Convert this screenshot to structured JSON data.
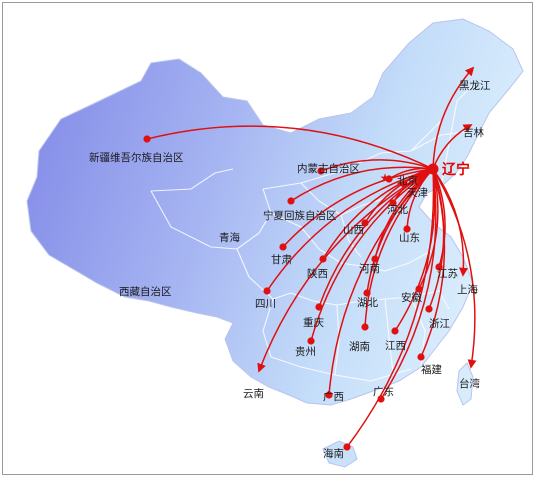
{
  "map": {
    "hub": "辽宁",
    "capital_marker": "star-icon",
    "colors": {
      "route": "#e01010",
      "land_west": "#8a92e8",
      "land_east": "#cfe6fb",
      "border": "#ffffff"
    },
    "provinces": [
      "黑龙江",
      "吉林",
      "内蒙古自治区",
      "新疆维吾尔族自治区",
      "北京",
      "天津",
      "宁夏回族自治区",
      "河北",
      "青海",
      "山西",
      "甘肃",
      "山东",
      "陕西",
      "河南",
      "江苏",
      "上海",
      "西藏自治区",
      "四川",
      "安徽",
      "湖北",
      "浙江",
      "重庆",
      "贵州",
      "湖南",
      "江西",
      "福建",
      "云南",
      "台湾",
      "广西",
      "广东",
      "海南"
    ]
  }
}
